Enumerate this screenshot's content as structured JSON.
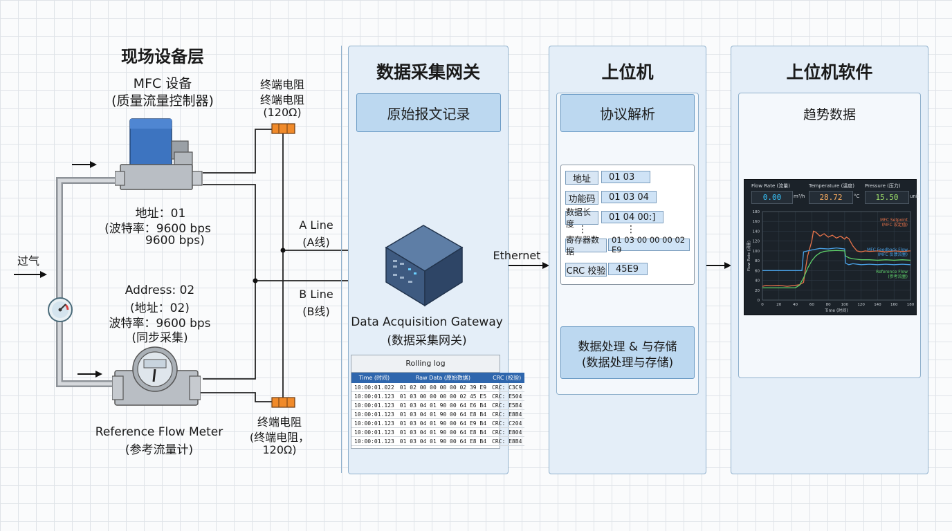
{
  "field_layer": {
    "title": "现场设备层",
    "inlet_label": "过气",
    "mfc": {
      "title": "MFC 设备",
      "subtitle": "(质量流量控制器)",
      "address": "地址：01",
      "baud": "(波特率：9600 bps",
      "baud2": "9600 bps)"
    },
    "meter": {
      "address": "Address: 02",
      "address_cn": "(地址：02)",
      "baud": "波特率：9600 bps",
      "sync": "(同步采集)",
      "name": "Reference Flow Meter",
      "name_cn": "(参考流量计)"
    },
    "terminator_top": {
      "line1": "终端电阻",
      "line2": "终端电阻",
      "line3": "(120Ω)"
    },
    "terminator_bottom": {
      "line1": "终端电阻",
      "line2": "(终端电阻，",
      "line3": "120Ω)"
    },
    "a_line": "A Line",
    "a_line_cn": "(A线)",
    "b_line": "B Line",
    "b_line_cn": "(B线)"
  },
  "gateway": {
    "title": "数据采集网关",
    "raw_log": "原始报文记录",
    "name": "Data Acquisition Gateway",
    "name_cn": "(数据采集网关)",
    "ethernet": "Ethernet",
    "rolling_log": {
      "title": "Rolling log",
      "headers": [
        "Time (时间)",
        "Raw Data (原始数据)",
        "CRC (校验)"
      ],
      "rows": [
        [
          "10:00:01.022",
          "01 02 00 00 00 00 02 39 E9",
          "CRC: C3C9"
        ],
        [
          "10:00:01.123",
          "01 03 00 00 00 00 02 45 E5",
          "CRC: E504"
        ],
        [
          "10:00:01.123",
          "01 03 04 01 90 00 64 E6 B4",
          "CRC: E5B4"
        ],
        [
          "10:00:01.123",
          "01 03 04 01 90 00 64 E8 B4",
          "CRC: E8B4"
        ],
        [
          "10:00:01.123",
          "01 03 04 01 90 00 64 E9 B4",
          "CRC: C204"
        ],
        [
          "10:00:01.123",
          "01 03 04 01 90 00 64 E8 B4",
          "CRC: E804"
        ],
        [
          "10:00:01.123",
          "01 03 04 01 90 00 64 E8 B4",
          "CRC: E8B4"
        ]
      ]
    }
  },
  "host": {
    "title": "上位机",
    "protocol": "协议解析",
    "fields": [
      {
        "key": "地址",
        "value": "01 03"
      },
      {
        "key": "功能码",
        "value": "01 03 04"
      },
      {
        "key": "数据长度",
        "value": "01 04 00:]"
      },
      {
        "key": "寄存器数据",
        "value": "01 03 00 00 00 02 E9"
      },
      {
        "key": "CRC 校验",
        "value": "45E9"
      }
    ],
    "dots": "⋮",
    "processing_line1": "数据处理 & 与存储",
    "processing_line2": "(数据处理与存储)"
  },
  "software": {
    "title": "上位机软件",
    "trend_title": "趋势数据",
    "readouts": [
      {
        "label": "Flow Rate (流量)",
        "value": "0.00",
        "unit": "m³/h",
        "color": "#38c7ff"
      },
      {
        "label": "Temperature (温度)",
        "value": "28.72",
        "unit": "°C",
        "color": "#ffb060"
      },
      {
        "label": "Pressure (压力)",
        "value": "15.50",
        "unit": "unit",
        "color": "#9ee06a"
      }
    ]
  },
  "chart_data": {
    "type": "line",
    "xlabel": "Time (时间)",
    "ylabel": "Flow Rate (流量)",
    "xlim": [
      0,
      180
    ],
    "ylim": [
      0,
      180
    ],
    "xticks": [
      0,
      20,
      40,
      60,
      80,
      100,
      120,
      140,
      160,
      180
    ],
    "yticks": [
      0,
      20,
      40,
      60,
      80,
      100,
      120,
      140,
      160,
      180
    ],
    "grid": true,
    "series": [
      {
        "name": "MFC Setpoint (MFC 设定值)",
        "color": "#e8734a",
        "x": [
          0,
          5,
          10,
          20,
          30,
          40,
          45,
          50,
          52,
          55,
          60,
          62,
          65,
          70,
          75,
          80,
          85,
          90,
          95,
          100,
          102,
          105,
          110,
          115,
          120,
          125,
          130,
          140,
          150,
          160,
          170,
          180
        ],
        "y": [
          28,
          30,
          29,
          30,
          28,
          30,
          31,
          36,
          60,
          90,
          120,
          140,
          138,
          130,
          135,
          128,
          132,
          126,
          130,
          124,
          128,
          125,
          110,
          100,
          98,
          100,
          99,
          100,
          98,
          100,
          99,
          100
        ]
      },
      {
        "name": "MFC Feedback Flow (MFC 反馈流量)",
        "color": "#4aa3e8",
        "x": [
          0,
          20,
          40,
          45,
          48,
          50,
          55,
          60,
          70,
          80,
          90,
          100,
          101,
          105,
          110,
          120,
          130,
          140,
          150,
          160,
          170,
          180
        ],
        "y": [
          60,
          60,
          60,
          60,
          60,
          98,
          100,
          102,
          105,
          104,
          106,
          104,
          75,
          72,
          74,
          72,
          73,
          72,
          73,
          72,
          73,
          72
        ]
      },
      {
        "name": "Reference Flow (参考流量)",
        "color": "#5fd06a",
        "x": [
          0,
          20,
          40,
          45,
          50,
          55,
          60,
          65,
          70,
          75,
          80,
          90,
          100,
          101,
          105,
          110,
          115,
          120,
          130,
          140,
          150,
          160,
          170,
          180
        ],
        "y": [
          25,
          25,
          25,
          30,
          45,
          65,
          80,
          90,
          96,
          99,
          100,
          101,
          100,
          90,
          86,
          84,
          83,
          82,
          82,
          81,
          82,
          81,
          82,
          81
        ]
      }
    ]
  }
}
